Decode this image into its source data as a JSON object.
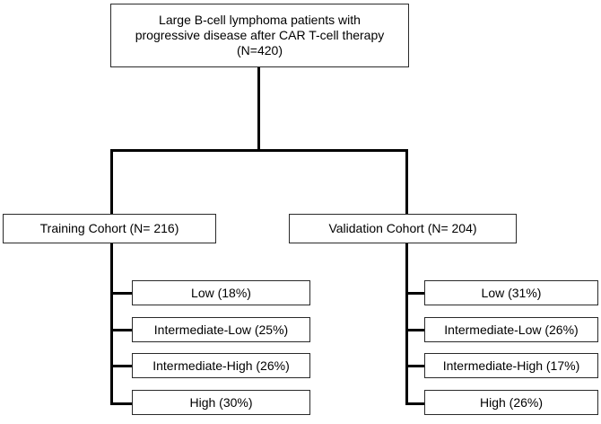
{
  "root": {
    "line1": "Large B-cell lymphoma patients with",
    "line2": "progressive disease after CAR T-cell therapy",
    "line3": "(N=420)"
  },
  "cohorts": [
    {
      "label": "Training Cohort (N= 216)",
      "groups": [
        "Low (18%)",
        "Intermediate-Low (25%)",
        "Intermediate-High (26%)",
        "High (30%)"
      ]
    },
    {
      "label": "Validation Cohort (N= 204)",
      "groups": [
        "Low (31%)",
        "Intermediate-Low (26%)",
        "Intermediate-High (17%)",
        "High (26%)"
      ]
    }
  ]
}
